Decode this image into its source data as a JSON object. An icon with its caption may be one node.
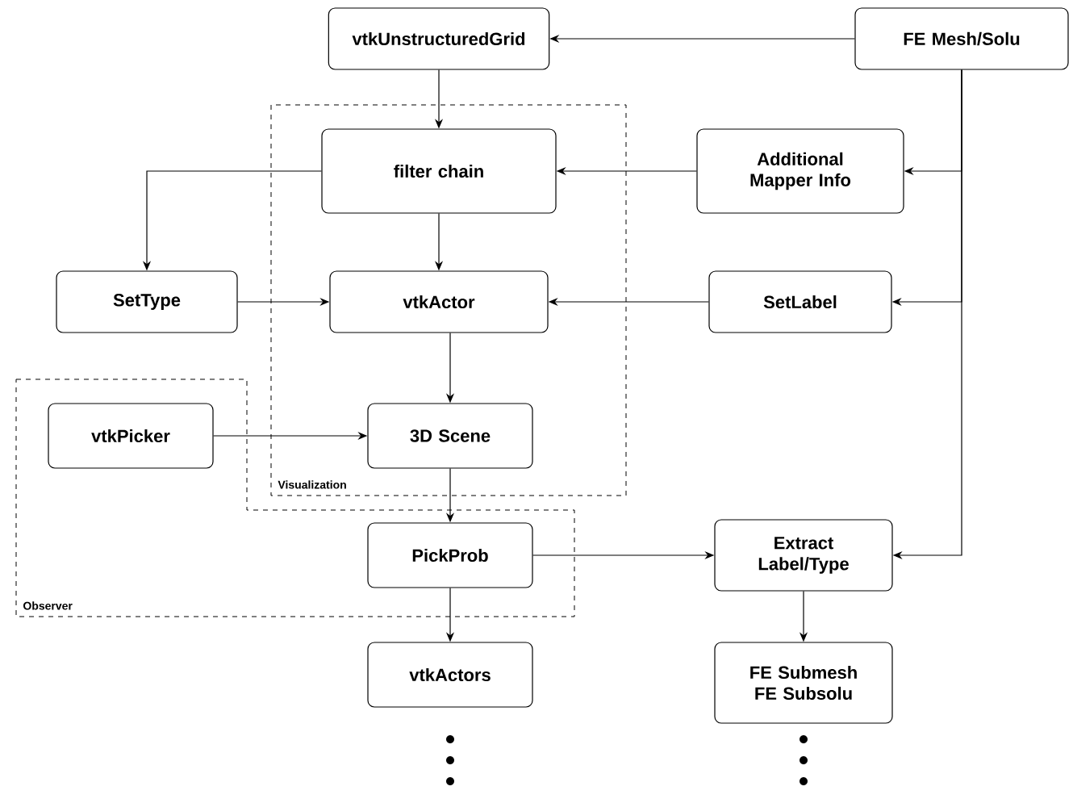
{
  "diagram": {
    "nodes": [
      {
        "text": [
          "vtkUnstructuredGrid"
        ]
      },
      {
        "text": [
          "FE Mesh/Solu"
        ]
      },
      {
        "text": [
          "Visualization"
        ]
      },
      {
        "text": [
          "filter chain"
        ],
        "in": 2
      },
      {
        "text": [
          "vtkActor"
        ],
        "in": 2
      },
      {
        "text": [
          "3D Scene"
        ],
        "in": 2
      },
      {
        "text": [
          "Additional Mapper Info"
        ]
      },
      {
        "text": [
          "SetType"
        ]
      },
      {
        "text": [
          "SetLabel"
        ]
      },
      {
        "text": [
          "Observer"
        ]
      },
      {
        "text": [
          "vtkPicker"
        ],
        "in": 9
      },
      {
        "text": [
          "PickProb"
        ],
        "in": 9
      },
      {
        "text": [
          "Extract Label/Type"
        ]
      },
      {
        "text": [
          "vtkActors"
        ]
      },
      {
        "text": [
          "FE Submesh FE Subsolu"
        ]
      }
    ],
    "edges": [
      {
        "from": 1,
        "to": 0,
        "arrow": "to"
      },
      {
        "from": 0,
        "to": 3,
        "arrow": "to"
      },
      {
        "from": 1,
        "to": 6,
        "arrow": "to"
      },
      {
        "from": 1,
        "to": 8,
        "arrow": "to"
      },
      {
        "from": 1,
        "to": 12,
        "arrow": "to"
      },
      {
        "from": 6,
        "to": 3,
        "arrow": "to"
      },
      {
        "from": 3,
        "to": 7,
        "arrow": "to"
      },
      {
        "from": 3,
        "to": 4,
        "arrow": "to"
      },
      {
        "from": 7,
        "to": 4,
        "arrow": "to"
      },
      {
        "from": 8,
        "to": 4,
        "arrow": "to"
      },
      {
        "from": 4,
        "to": 5,
        "arrow": "to"
      },
      {
        "from": 10,
        "to": 5,
        "arrow": "to"
      },
      {
        "from": 5,
        "to": 11,
        "arrow": "to"
      },
      {
        "from": 11,
        "to": 12,
        "arrow": "to"
      },
      {
        "from": 11,
        "to": 13,
        "arrow": "to"
      },
      {
        "from": 12,
        "to": 14,
        "arrow": "to"
      }
    ]
  }
}
